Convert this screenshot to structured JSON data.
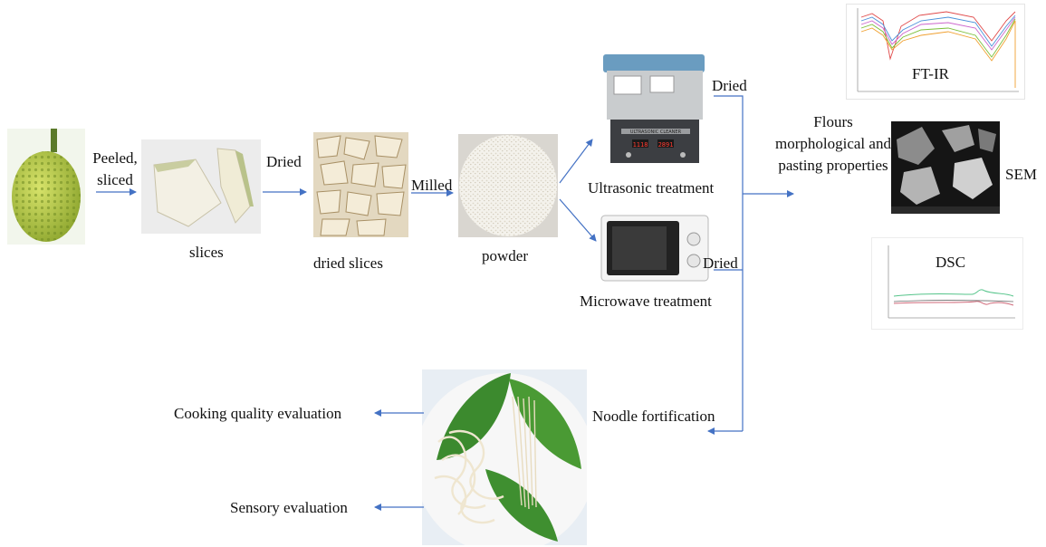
{
  "steps": {
    "peeled": "Peeled,",
    "sliced": "sliced",
    "dried_1": "Dried",
    "milled": "Milled",
    "dried_2": "Dried",
    "dried_3": "Dried"
  },
  "captions": {
    "slices": "slices",
    "dried_slices": "dried slices",
    "powder": "powder",
    "ultrasonic": "Ultrasonic treatment",
    "microwave": "Microwave treatment",
    "noodle": "Noodle fortification",
    "cooking": "Cooking quality evaluation",
    "sensory": "Sensory evaluation"
  },
  "flours": {
    "line1": "Flours",
    "line2": "morphological and",
    "line3": "pasting properties"
  },
  "analyses": {
    "ftir": "FT-IR",
    "sem": "SEM",
    "dsc": "DSC"
  },
  "device_text": {
    "cleaner": "ULTRASONIC CLEANER",
    "display1": "1118",
    "display2": "2891"
  },
  "colors": {
    "arrow": "#4472c4"
  }
}
